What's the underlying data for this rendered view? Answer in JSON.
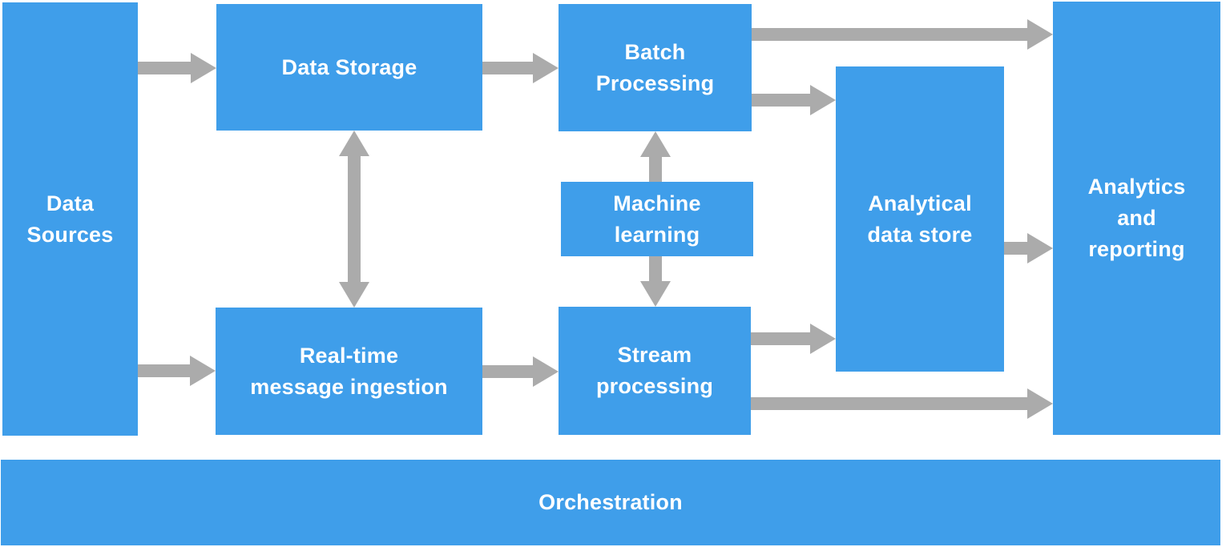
{
  "diagram": {
    "type": "architecture-flow-diagram",
    "colors": {
      "node_fill": "#3F9EEA",
      "node_text": "#FFFFFF",
      "arrow": "#ABABAB",
      "background": "#FFFFFF"
    },
    "nodes": {
      "data_sources": {
        "lines": [
          "Data",
          "Sources"
        ]
      },
      "data_storage": {
        "lines": [
          "Data Storage"
        ]
      },
      "batch_processing": {
        "lines": [
          "Batch",
          "Processing"
        ]
      },
      "machine_learning": {
        "lines": [
          "Machine",
          "learning"
        ]
      },
      "real_time": {
        "lines": [
          "Real-time",
          "message ingestion"
        ]
      },
      "stream_processing": {
        "lines": [
          "Stream",
          "processing"
        ]
      },
      "analytical_data_store": {
        "lines": [
          "Analytical",
          "data store"
        ]
      },
      "analytics_and_reporting": {
        "lines": [
          "Analytics",
          "and",
          "reporting"
        ]
      },
      "orchestration": {
        "lines": [
          "Orchestration"
        ]
      }
    },
    "edges": [
      {
        "from": "data_sources",
        "to": "data_storage",
        "type": "arrow"
      },
      {
        "from": "data_sources",
        "to": "real_time",
        "type": "arrow"
      },
      {
        "from": "data_storage",
        "to": "real_time",
        "type": "double-arrow"
      },
      {
        "from": "data_storage",
        "to": "batch_processing",
        "type": "arrow"
      },
      {
        "from": "batch_processing",
        "to": "analytics_and_reporting",
        "type": "arrow"
      },
      {
        "from": "batch_processing",
        "to": "analytical_data_store",
        "type": "arrow"
      },
      {
        "from": "machine_learning",
        "to": "batch_processing",
        "type": "arrow"
      },
      {
        "from": "machine_learning",
        "to": "stream_processing",
        "type": "arrow"
      },
      {
        "from": "real_time",
        "to": "stream_processing",
        "type": "arrow"
      },
      {
        "from": "stream_processing",
        "to": "analytical_data_store",
        "type": "arrow"
      },
      {
        "from": "stream_processing",
        "to": "analytics_and_reporting",
        "type": "arrow"
      },
      {
        "from": "analytical_data_store",
        "to": "analytics_and_reporting",
        "type": "arrow"
      }
    ]
  }
}
